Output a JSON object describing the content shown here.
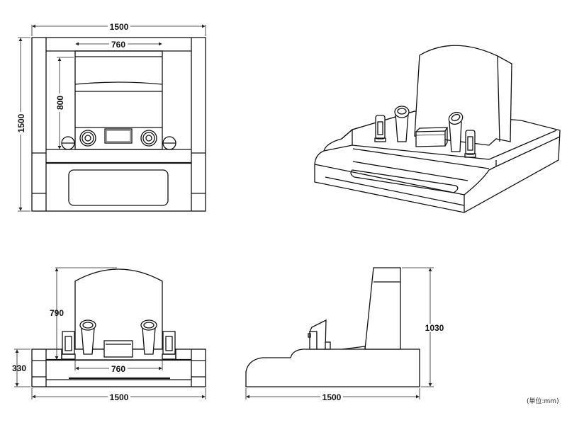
{
  "drawing": {
    "unit_note": "(単位:mm)",
    "views": {
      "plan": {
        "width_label": "1500",
        "height_label": "1500",
        "inner_width_label": "760",
        "inner_depth_label": "800"
      },
      "perspective": {},
      "front": {
        "stone_height_label": "790",
        "base_height_label": "330",
        "inner_width_label": "760",
        "width_label": "1500"
      },
      "side": {
        "total_height_label": "1030",
        "depth_label": "1500"
      }
    }
  }
}
